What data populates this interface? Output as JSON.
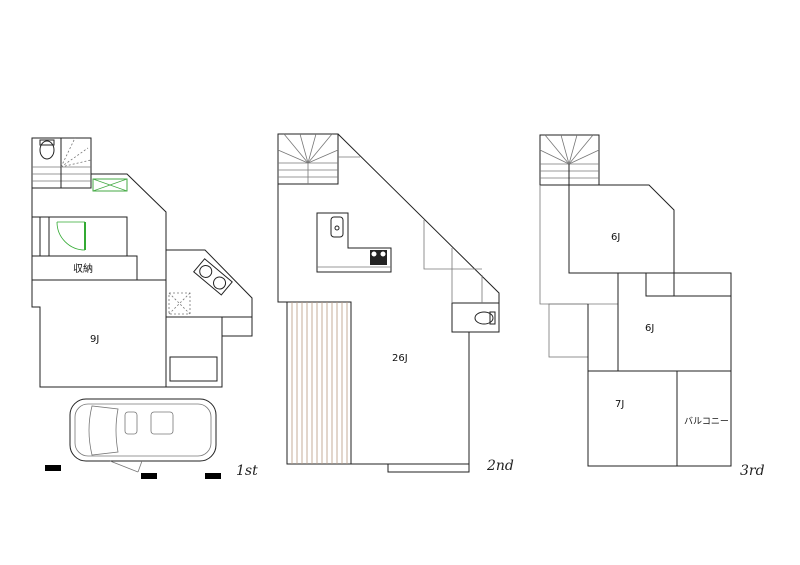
{
  "floors": [
    {
      "name": "1st",
      "rooms": [
        {
          "label": "9J"
        },
        {
          "label": "収納"
        }
      ]
    },
    {
      "name": "2nd",
      "rooms": [
        {
          "label": "26J"
        }
      ]
    },
    {
      "name": "3rd",
      "rooms": [
        {
          "label": "6J"
        },
        {
          "label": "6J"
        },
        {
          "label": "7J"
        },
        {
          "label": "バルコニー"
        }
      ]
    }
  ],
  "colors": {
    "wall": "#222222",
    "window": "#44aa44",
    "deck": "#b89a80"
  }
}
